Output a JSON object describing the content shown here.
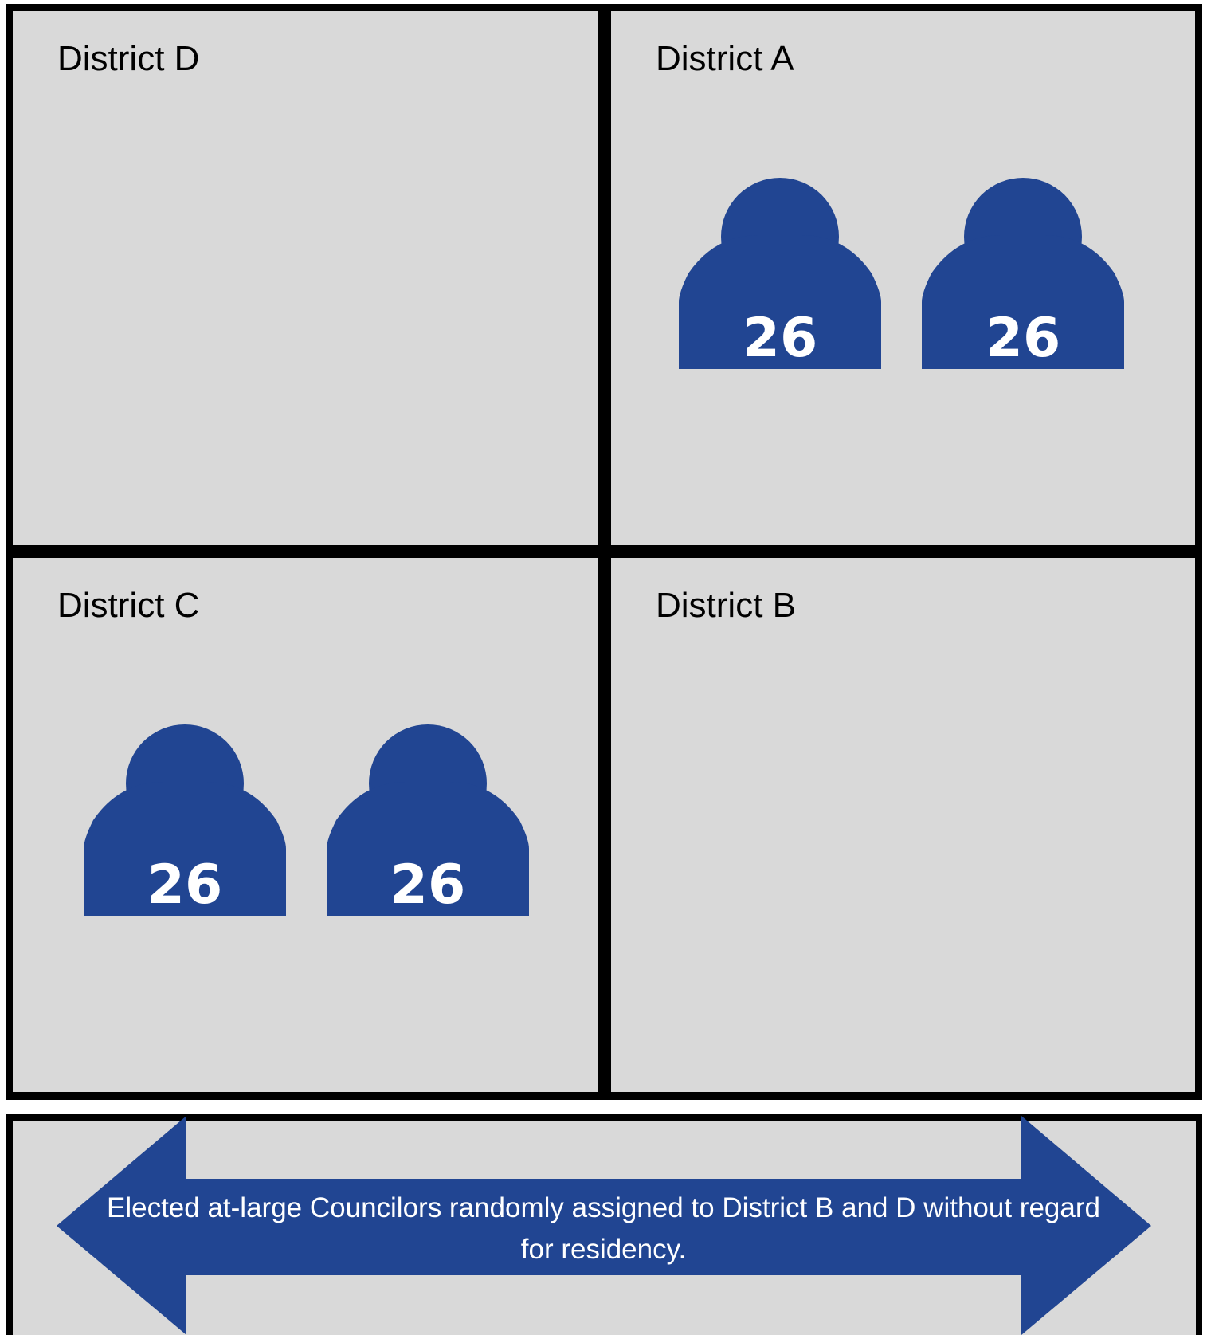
{
  "districts": {
    "d": {
      "label": "District D"
    },
    "a": {
      "label": "District A",
      "councilors": [
        "26",
        "26"
      ]
    },
    "c": {
      "label": "District C",
      "councilors": [
        "26",
        "26"
      ]
    },
    "b": {
      "label": "District B"
    }
  },
  "banner": {
    "text": "Elected at-large Councilors randomly assigned to District B and D without regard for residency."
  },
  "colors": {
    "accent": "#214592",
    "panel": "#d9d9d9",
    "border": "#000000"
  },
  "icons": {
    "councilor": "person-icon",
    "banner": "double-arrow-icon"
  }
}
